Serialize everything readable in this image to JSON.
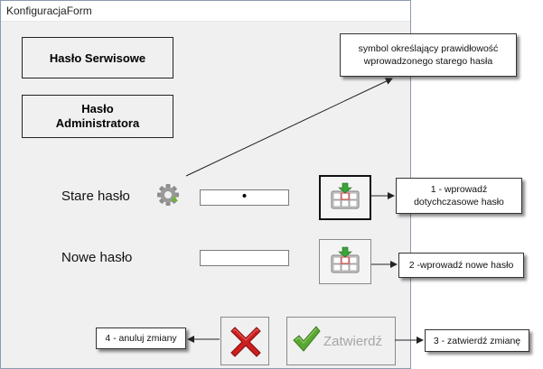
{
  "window": {
    "title": "KonfiguracjaForm"
  },
  "buttons": {
    "service_password": "Hasło Serwisowe",
    "admin_password_line1": "Hasło",
    "admin_password_line2": "Administratora",
    "confirm": "Zatwierdź"
  },
  "fields": {
    "old_password_label": "Stare hasło",
    "old_password_value": "•",
    "new_password_label": "Nowe hasło",
    "new_password_value": ""
  },
  "callouts": {
    "symbol_line1": "symbol określający prawidłowość",
    "symbol_line2": "wprowadzonego starego hasła",
    "step1_line1": "1 - wprowadź",
    "step1_line2": "dotychczasowe hasło",
    "step2": "2 -wprowadź nowe hasło",
    "step3": "3 - zatwierdź zmianę",
    "step4": "4 - anuluj zmiany"
  },
  "icons": {
    "status": "gear-icon",
    "enter_old": "keyboard-icon",
    "enter_new": "keyboard-icon",
    "cancel": "red-x-icon",
    "confirm": "green-check-icon"
  },
  "colors": {
    "window_bg": "#f0f0f0",
    "confirm_label_disabled": "#a6a6a6",
    "cancel_red": "#cc1f1f",
    "check_green": "#5aa832"
  }
}
